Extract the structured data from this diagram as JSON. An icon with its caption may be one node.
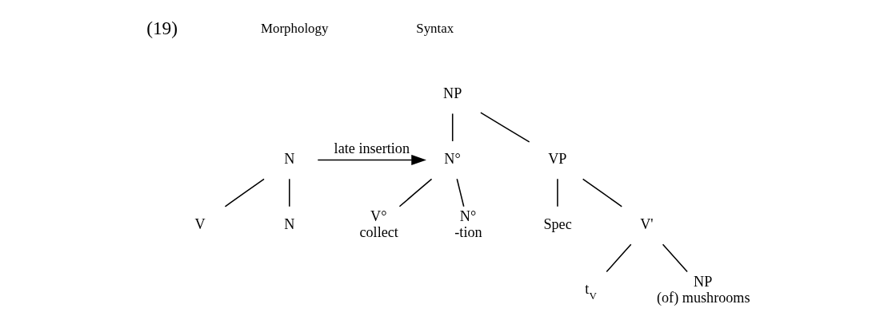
{
  "diagram": {
    "nodes": [
      {
        "text": [
          "NP"
        ]
      },
      {
        "text": [
          "N"
        ]
      },
      {
        "text": [
          "N°"
        ]
      },
      {
        "text": [
          "VP"
        ]
      },
      {
        "text": [
          "V"
        ]
      },
      {
        "text": [
          "N"
        ]
      },
      {
        "text": [
          "V°",
          "collect"
        ]
      },
      {
        "text": [
          "N°",
          "-tion"
        ]
      },
      {
        "text": [
          "Spec"
        ]
      },
      {
        "text": [
          "V'"
        ]
      },
      {
        "text": [
          "t$_{V}$"
        ]
      },
      {
        "text": [
          "NP",
          "(of) mushrooms"
        ]
      }
    ],
    "edges": [
      {
        "from": 0,
        "to": 2,
        "arrow": "none"
      },
      {
        "from": 0,
        "to": 3,
        "arrow": "none"
      },
      {
        "from": 1,
        "to": 2,
        "arrow": "to",
        "label": "late insertion"
      },
      {
        "from": 1,
        "to": 4,
        "arrow": "none"
      },
      {
        "from": 1,
        "to": 5,
        "arrow": "none"
      },
      {
        "from": 2,
        "to": 6,
        "arrow": "none"
      },
      {
        "from": 2,
        "to": 7,
        "arrow": "none"
      },
      {
        "from": 3,
        "to": 8,
        "arrow": "none"
      },
      {
        "from": 3,
        "to": 9,
        "arrow": "none"
      },
      {
        "from": 9,
        "to": 10,
        "arrow": "none"
      },
      {
        "from": 9,
        "to": 11,
        "arrow": "none"
      }
    ],
    "labels": [
      "(19)",
      "Morphology",
      "Syntax"
    ]
  }
}
